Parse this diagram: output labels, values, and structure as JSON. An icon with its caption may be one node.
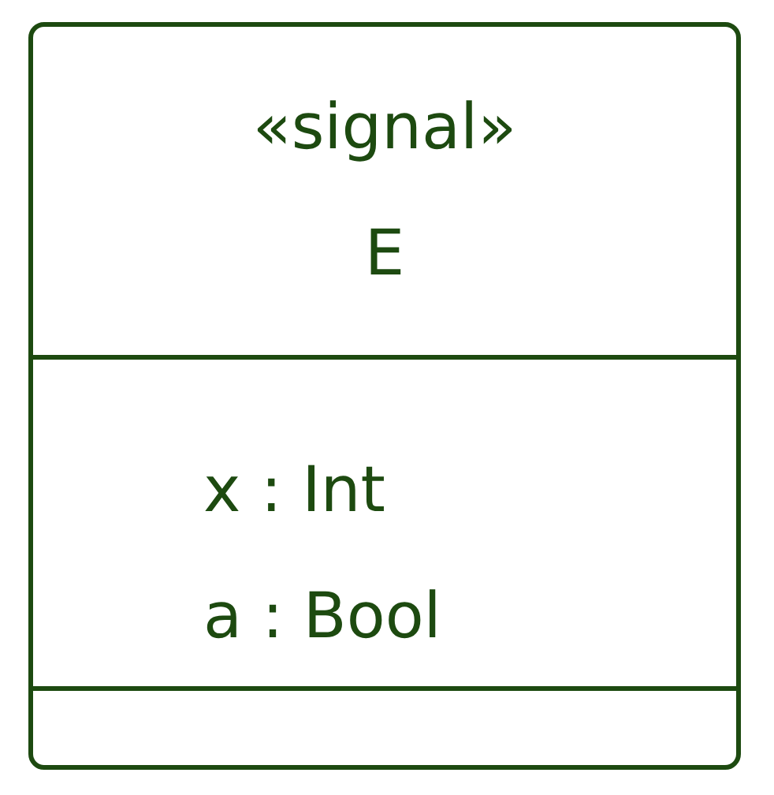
{
  "diagram": {
    "nodes": [
      {
        "text": [
          "«signal»",
          "E",
          "x : Int",
          "a : Bool"
        ]
      }
    ]
  }
}
